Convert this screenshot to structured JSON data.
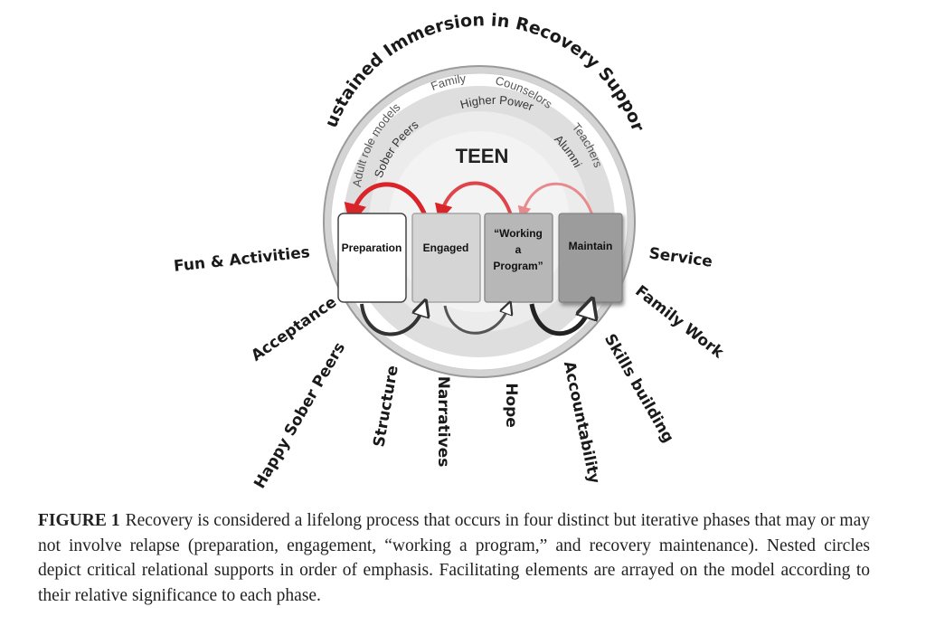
{
  "outer_arc_label": "Sustained Immersion in Recovery Support",
  "center_label": "TEEN",
  "supports_outer": [
    "Adult role models",
    "Family",
    "Counselors",
    "Teachers"
  ],
  "supports_inner": [
    "Sober Peers",
    "Higher Power",
    "Alumni"
  ],
  "phases": {
    "preparation": "Preparation",
    "engaged": "Engaged",
    "working_line1": "“Working",
    "working_line2": "a",
    "working_line3": "Program”",
    "maintain": "Maintain"
  },
  "elements": {
    "fun": "Fun & Activities",
    "acceptance": "Acceptance",
    "happy_peers": "Happy Sober Peers",
    "structure": "Structure",
    "narratives": "Narratives",
    "hope": "Hope",
    "accountability": "Accountability",
    "skills": "Skills building",
    "family_work": "Family Work",
    "service": "Service"
  },
  "caption": {
    "label": "FIGURE 1",
    "text": "Recovery is considered a lifelong process that occurs in four distinct but iterative phases that may or may not involve relapse (preparation, engagement, “working a program,” and recovery maintenance). Nested circles depict critical relational supports in order of emphasis. Facilitating elements are arrayed on the model according to their relative significance to each phase."
  },
  "colors": {
    "relapse_arrow": "#d9242a",
    "progress_arrow": "#333333",
    "outer_ring": "#cfcfcf",
    "middle_ring": "#e2e2e2",
    "inner_ring": "#efefef"
  }
}
